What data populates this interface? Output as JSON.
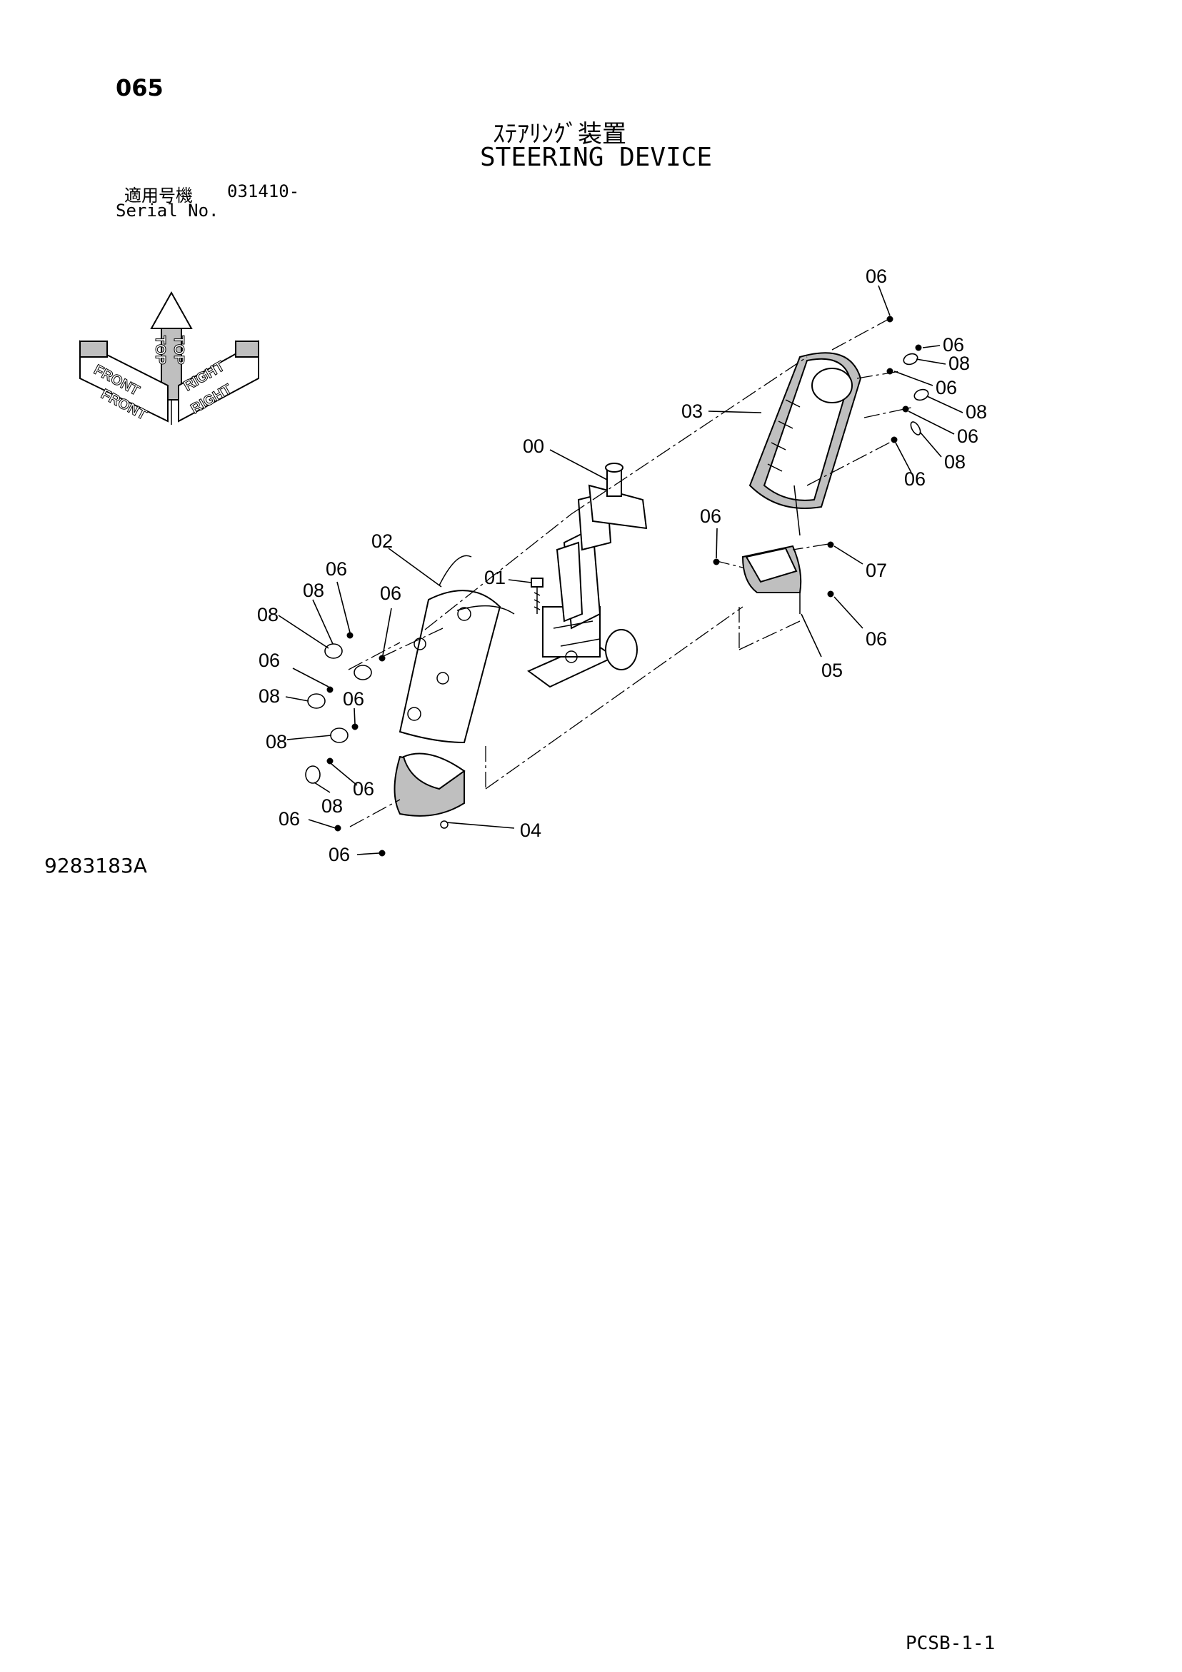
{
  "header": {
    "page_number": "065",
    "title_jp": "ｽﾃｱﾘﾝｸﾞ装置",
    "title_en": "STEERING DEVICE",
    "serial_label_jp": "適用号機",
    "serial_label_en": "Serial No.",
    "serial_value": "031410-"
  },
  "orientation_marker": {
    "labels": [
      "FRONT",
      "FRONT",
      "TOP",
      "TOP",
      "RIGHT",
      "RIGHT"
    ]
  },
  "callouts": [
    {
      "id": "00",
      "text": "00"
    },
    {
      "id": "01",
      "text": "01"
    },
    {
      "id": "02",
      "text": "02"
    },
    {
      "id": "03",
      "text": "03"
    },
    {
      "id": "04",
      "text": "04"
    },
    {
      "id": "05",
      "text": "05"
    },
    {
      "id": "06",
      "text": "06"
    },
    {
      "id": "07",
      "text": "07"
    },
    {
      "id": "08",
      "text": "08"
    }
  ],
  "footer": {
    "drawing_number": "9283183A",
    "page_code": "PCSB-1-1"
  }
}
